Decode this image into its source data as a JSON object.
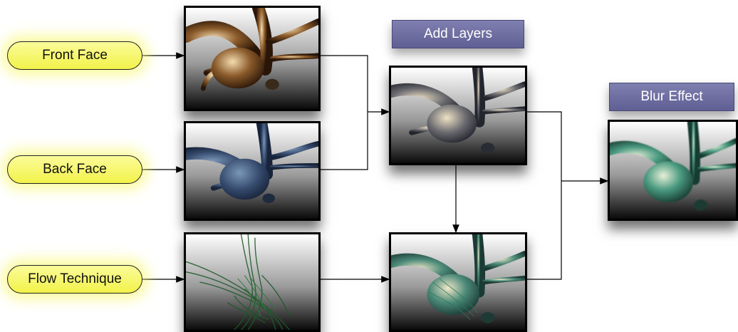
{
  "inputs": {
    "front_face": "Front Face",
    "back_face": "Back Face",
    "flow_technique": "Flow Technique"
  },
  "headers": {
    "add_layers": "Add Layers",
    "blur_effect": "Blur Effect"
  },
  "colors": {
    "pill_fill": "#f2f24a",
    "header_fill": "#6a6aa0",
    "arrow": "#000000"
  }
}
